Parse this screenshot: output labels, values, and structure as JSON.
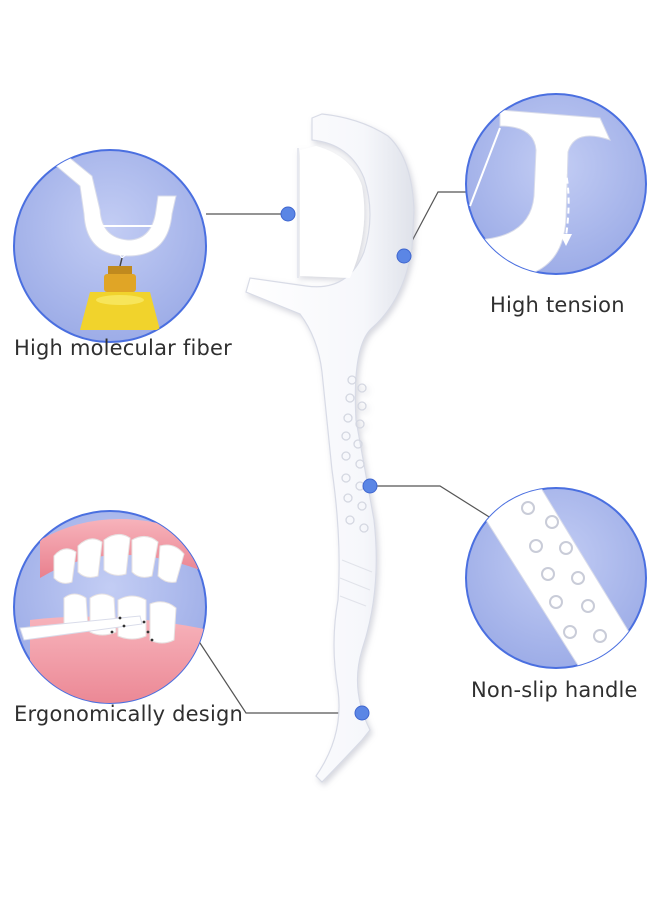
{
  "features": {
    "fiber": "High molecular fiber",
    "tension": "High tension",
    "handle": "Non-slip handle",
    "ergonomic": "Ergonomically design"
  },
  "colors": {
    "circle_fill": "#a9b8ee",
    "circle_border": "#4a6fe0",
    "marker": "#5b86e5",
    "leader_line": "#555555",
    "gum": "#f29aa4",
    "label_text": "#2f2f2f"
  },
  "icons": {
    "product": "dental-floss-pick",
    "marker": "callout-dot"
  }
}
